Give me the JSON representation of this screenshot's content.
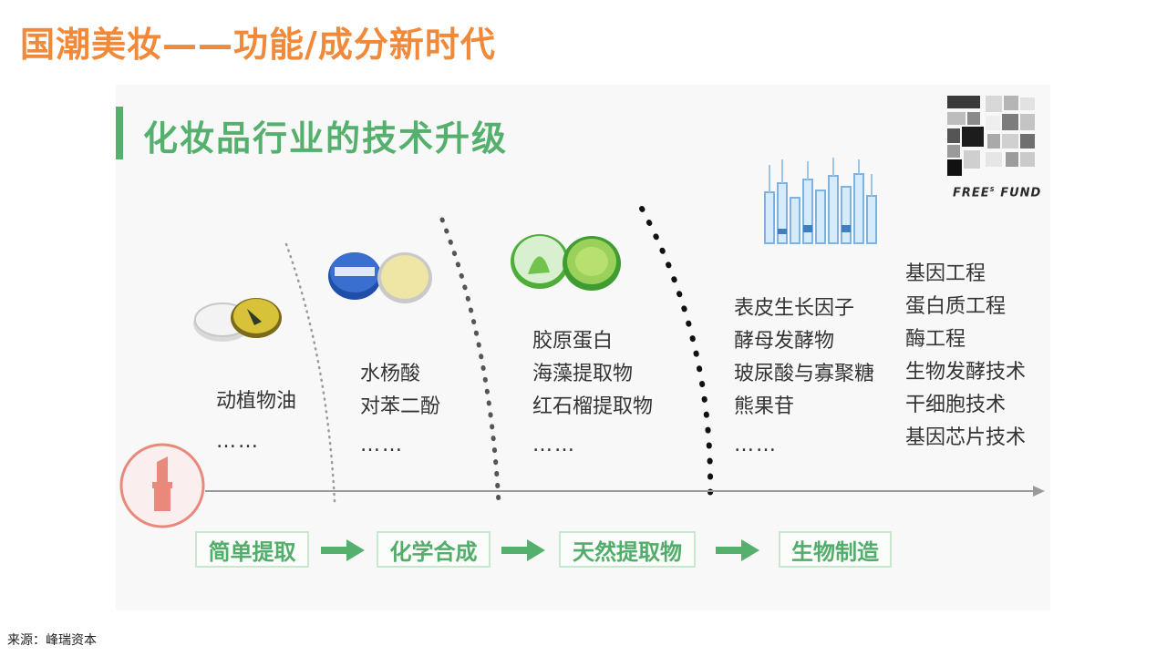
{
  "page_title": "国潮美妆——功能/成分新时代",
  "panel": {
    "title": "化妆品行业的技术升级",
    "brand": {
      "name": "FREE",
      "sup": "S",
      "suffix": "FUND"
    }
  },
  "columns": [
    {
      "items": [
        "动植物油"
      ],
      "ellipsis": "……"
    },
    {
      "items": [
        "水杨酸",
        "对苯二酚"
      ],
      "ellipsis": "……"
    },
    {
      "items": [
        "胶原蛋白",
        "海藻提取物",
        "红石榴提取物"
      ],
      "ellipsis": "……"
    },
    {
      "items": [
        "表皮生长因子",
        "酵母发酵物",
        "玻尿酸与寡聚糖",
        "熊果苷"
      ],
      "ellipsis": "……"
    },
    {
      "items": [
        "基因工程",
        "蛋白质工程",
        "酶工程",
        "生物发酵技术",
        "干细胞技术",
        "基因芯片技术"
      ]
    }
  ],
  "stages": [
    "简单提取",
    "化学合成",
    "天然提取物",
    "生物制造"
  ],
  "source": {
    "label": "来源：",
    "value": "峰瑞资本"
  },
  "colors": {
    "title_orange": "#f08a3a",
    "accent_green": "#55b06e",
    "lipstick_pink": "#e8897c"
  },
  "icons": [
    "balm-tin-icon",
    "vaseline-jar-icon",
    "aloe-gel-jar-icon",
    "ampoule-vials-icon",
    "lipstick-icon",
    "arrow-right-icon"
  ]
}
